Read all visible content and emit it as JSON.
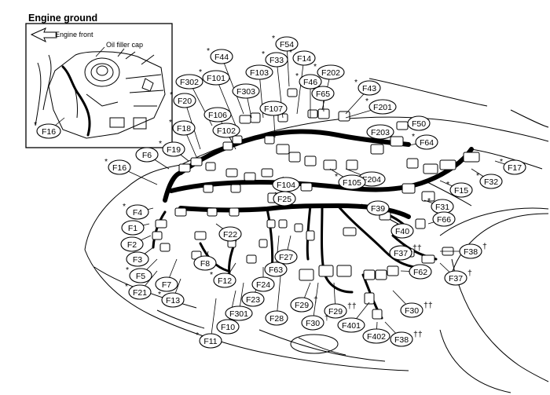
{
  "inset": {
    "title": "Engine ground",
    "engine_front_label": "Engine front",
    "oil_filler_label": "Oil filler cap",
    "ground_callout": "F16",
    "ground_marker": "*"
  },
  "callouts": [
    {
      "id": "F54",
      "text": "F54",
      "mark": "*"
    },
    {
      "id": "F33",
      "text": "F33",
      "mark": "*"
    },
    {
      "id": "F14",
      "text": "F14",
      "mark": "*"
    },
    {
      "id": "F44",
      "text": "F44",
      "mark": "*"
    },
    {
      "id": "F101",
      "text": "F101",
      "mark": "*"
    },
    {
      "id": "F103",
      "text": "F103",
      "mark": ""
    },
    {
      "id": "F202",
      "text": "F202",
      "mark": "*"
    },
    {
      "id": "F46",
      "text": "F46",
      "mark": "*"
    },
    {
      "id": "F43",
      "text": "F43",
      "mark": "*"
    },
    {
      "id": "F302",
      "text": "F302",
      "mark": ""
    },
    {
      "id": "F303",
      "text": "F303",
      "mark": ""
    },
    {
      "id": "F65",
      "text": "F65",
      "mark": ""
    },
    {
      "id": "F20",
      "text": "F20",
      "mark": "*"
    },
    {
      "id": "F107",
      "text": "F107",
      "mark": ""
    },
    {
      "id": "F201",
      "text": "F201",
      "mark": "*"
    },
    {
      "id": "F106",
      "text": "F106",
      "mark": ""
    },
    {
      "id": "F102",
      "text": "F102",
      "mark": ""
    },
    {
      "id": "F18",
      "text": "F18",
      "mark": "*"
    },
    {
      "id": "F203",
      "text": "F203",
      "mark": ""
    },
    {
      "id": "F50",
      "text": "F50",
      "mark": ""
    },
    {
      "id": "F64",
      "text": "F64",
      "mark": "*"
    },
    {
      "id": "F19",
      "text": "F19",
      "mark": "*"
    },
    {
      "id": "F6",
      "text": "F6",
      "mark": ""
    },
    {
      "id": "F16",
      "text": "F16",
      "mark": "*"
    },
    {
      "id": "F17",
      "text": "F17",
      "mark": "*"
    },
    {
      "id": "F204",
      "text": "F204",
      "mark": ""
    },
    {
      "id": "F104",
      "text": "F104",
      "mark": ""
    },
    {
      "id": "F105",
      "text": "F105",
      "mark": "*"
    },
    {
      "id": "F32",
      "text": "F32",
      "mark": "*"
    },
    {
      "id": "F15",
      "text": "F15",
      "mark": "*"
    },
    {
      "id": "F25",
      "text": "F25",
      "mark": ""
    },
    {
      "id": "F4",
      "text": "F4",
      "mark": "*"
    },
    {
      "id": "F31",
      "text": "F31",
      "mark": "*"
    },
    {
      "id": "F39",
      "text": "F39",
      "mark": ""
    },
    {
      "id": "F66",
      "text": "F66",
      "mark": ""
    },
    {
      "id": "F1",
      "text": "F1",
      "mark": ""
    },
    {
      "id": "F40",
      "text": "F40",
      "mark": ""
    },
    {
      "id": "F2",
      "text": "F2",
      "mark": ""
    },
    {
      "id": "F22",
      "text": "F22",
      "mark": ""
    },
    {
      "id": "F3",
      "text": "F3",
      "mark": ""
    },
    {
      "id": "F37a",
      "text": "F37",
      "mark": "††"
    },
    {
      "id": "F38a",
      "text": "F38",
      "mark": "†"
    },
    {
      "id": "F8",
      "text": "F8",
      "mark": ""
    },
    {
      "id": "F27",
      "text": "F27",
      "mark": ""
    },
    {
      "id": "F63",
      "text": "F63",
      "mark": ""
    },
    {
      "id": "F62",
      "text": "F62",
      "mark": ""
    },
    {
      "id": "F5",
      "text": "F5",
      "mark": "*"
    },
    {
      "id": "F37b",
      "text": "F37",
      "mark": "†"
    },
    {
      "id": "F7",
      "text": "F7",
      "mark": ""
    },
    {
      "id": "F12",
      "text": "F12",
      "mark": "*"
    },
    {
      "id": "F24",
      "text": "F24",
      "mark": ""
    },
    {
      "id": "F21",
      "text": "F21",
      "mark": "*"
    },
    {
      "id": "F23",
      "text": "F23",
      "mark": ""
    },
    {
      "id": "F13",
      "text": "F13",
      "mark": "*"
    },
    {
      "id": "F29a",
      "text": "F29",
      "mark": "†"
    },
    {
      "id": "F29b",
      "text": "F29",
      "mark": "††"
    },
    {
      "id": "F30a",
      "text": "F30",
      "mark": "††"
    },
    {
      "id": "F301",
      "text": "F301",
      "mark": ""
    },
    {
      "id": "F28",
      "text": "F28",
      "mark": ""
    },
    {
      "id": "F30b",
      "text": "F30",
      "mark": "†"
    },
    {
      "id": "F10",
      "text": "F10",
      "mark": ""
    },
    {
      "id": "F401",
      "text": "F401",
      "mark": ""
    },
    {
      "id": "F11",
      "text": "F11",
      "mark": "*"
    },
    {
      "id": "F402",
      "text": "F402",
      "mark": ""
    },
    {
      "id": "F38b",
      "text": "F38",
      "mark": "††"
    }
  ]
}
